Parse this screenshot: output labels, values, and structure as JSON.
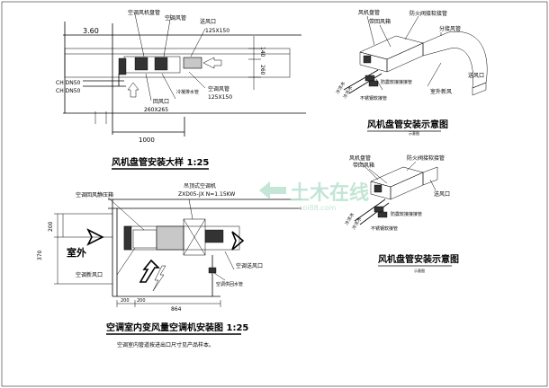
{
  "colors": {
    "line": "#000000",
    "fill_gray": "#c8c8c8",
    "watermark": "#bde3d2"
  },
  "detail_a": {
    "title": "风机盘管安装大样  1:25",
    "dims": {
      "top_left": "3.60",
      "bottom": "1000",
      "right_1": "140",
      "right_2": "260"
    },
    "labels": {
      "supply_duct": "空调风机盘管",
      "air_pipe": "空调风管",
      "inlet": "送风口",
      "size_top": "125X150",
      "size_right": "125X150",
      "return_air": "回风口",
      "return_size": "260X265",
      "cold_water": "空调风管",
      "drain": "冷凝排水管",
      "ch1": "CH DN50",
      "ch2": "CH DN50"
    }
  },
  "detail_b": {
    "title": "风机盘管安装示意图",
    "sub": "示意图",
    "labels": {
      "flexible": "防火阀接软接管",
      "fan_coil": "风机盘管",
      "supply_tube": "带回风箱",
      "branch_duct": "分接风管",
      "return_box": "室外新风",
      "outlet": "送风口",
      "flex_joint": "防震软接接接管",
      "drain": "不锈钢软接管",
      "water_in": "冷冻水",
      "water_out": "冷冻水"
    }
  },
  "detail_c": {
    "title": "风机盘管安装示意图",
    "sub": "示意图",
    "labels": {
      "fan_coil": "风机盘管",
      "return_tube": "带回风箱",
      "flexible": "防火阀接软接管",
      "outlet": "送风口",
      "flex_joint": "防震软接接接管",
      "drain": "不锈钢软接管",
      "water_in": "冷冻水",
      "water_out": "冷冻水"
    }
  },
  "detail_d": {
    "title": "空调室内变风量空调机安装图  1:25",
    "note": "空调室内管道按进出口尺寸见产品样本。",
    "dims": {
      "d1": "200",
      "d2": "370",
      "d3": "200",
      "d4": "200",
      "d5": "864"
    },
    "labels": {
      "return_grille": "空调回风静压箱",
      "unit_model": "吊顶式空调机",
      "unit_spec": "ZXD05-JX  N=1.15KW",
      "outdoor": "室外",
      "fresh_air": "空调新风口",
      "supply": "空调送风口",
      "drain": "空调供回水管"
    }
  },
  "watermark": {
    "text": "土木在线",
    "sub": "coi88.com"
  }
}
